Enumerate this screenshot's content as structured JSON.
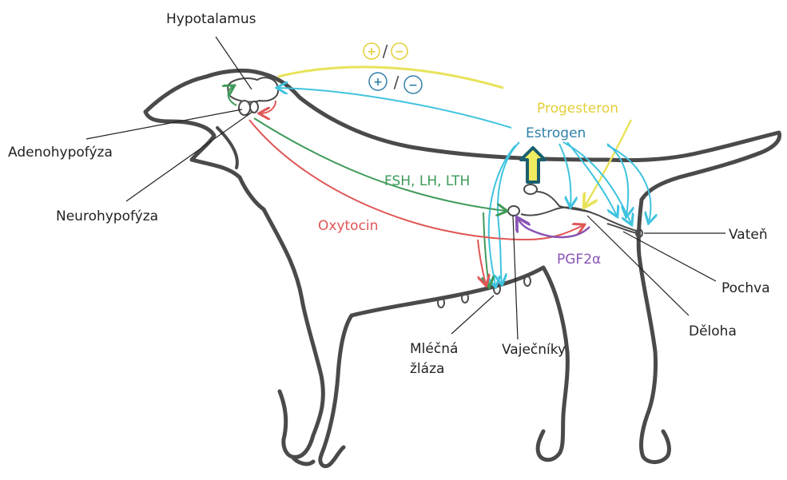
{
  "colors": {
    "outline": "#4a4a4a",
    "leader": "#222222",
    "yellow": "#e8e35a",
    "yellow_text": "#e3cf3a",
    "cyan": "#3fc3df",
    "estrogen_text": "#2f7fa8",
    "green": "#3f9a5a",
    "red": "#e05555",
    "purple": "#8a55b5",
    "big_arrow_outer": "#1b5e6e",
    "big_arrow_inner": "#f0ec60"
  },
  "labels": {
    "hypotalamus": "Hypotalamus",
    "adenohypofyza": "Adenohypofýza",
    "neurohypofyza": "Neurohypofýza",
    "mlecna_line1": "Mléčná",
    "mlecna_line2": "žláza",
    "vajecniky": "Vaječníky",
    "deloha": "Děloha",
    "pochva": "Pochva",
    "vaten": "Vateň"
  },
  "hormones": {
    "progesteron": "Progesteron",
    "estrogen": "Estrogen",
    "fsh_lh_lth": "FSH, LH, LTH",
    "oxytocin": "Oxytocin",
    "pgf2a": "PGF2α"
  },
  "feedback": {
    "plus": "+",
    "minus": "−",
    "slash": "/"
  }
}
